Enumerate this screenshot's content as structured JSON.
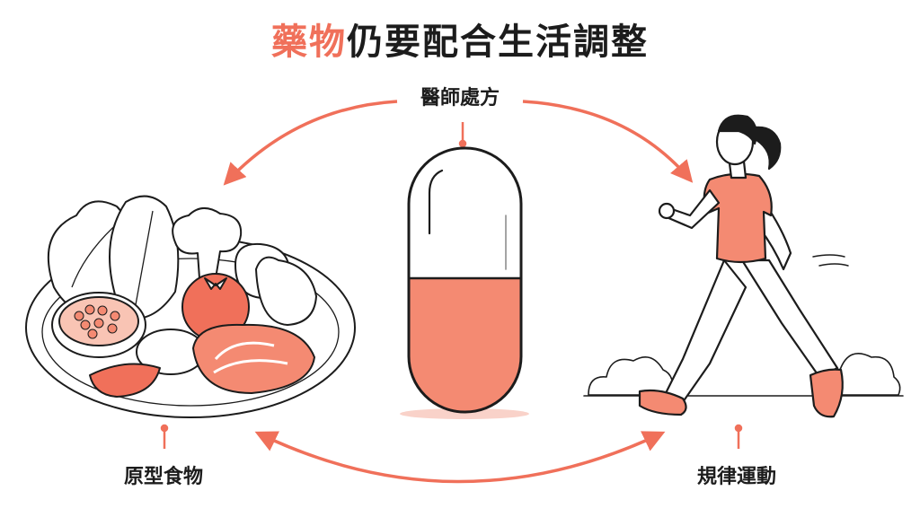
{
  "title": {
    "highlight": "藥物",
    "rest": "仍要配合生活調整"
  },
  "labels": {
    "top": "醫師處方",
    "left": "原型食物",
    "right": "規律運動"
  },
  "colors": {
    "accent": "#f0705a",
    "pill_fill": "#f48a72",
    "ink": "#1c1c1c"
  },
  "icons": [
    "medicine-capsule-icon",
    "healthy-food-plate-icon",
    "walking-woman-icon"
  ]
}
